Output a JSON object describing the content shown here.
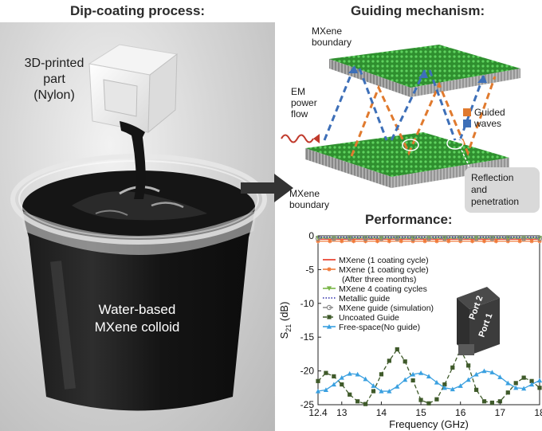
{
  "titles": {
    "dip": "Dip-coating process:",
    "guide": "Guiding mechanism:",
    "perf": "Performance:"
  },
  "photo": {
    "part_label_lines": [
      "3D-printed",
      "part",
      "(Nylon)"
    ],
    "colloid_label_lines": [
      "Water-based",
      "MXene colloid"
    ]
  },
  "mechanism": {
    "top_boundary_lines": [
      "MXene",
      "boundary"
    ],
    "bottom_boundary_lines": [
      "MXene",
      "boundary"
    ],
    "em_lines": [
      "EM",
      "power",
      "flow"
    ],
    "legend": [
      {
        "label_lines": [
          "Guided",
          "waves"
        ],
        "colors": [
          "#e07a2e",
          "#3d6fb8"
        ]
      }
    ],
    "callout_lines": [
      "Reflection",
      "and",
      "penetration"
    ],
    "colors": {
      "orange": "#e07a2e",
      "blue": "#3d6fb8",
      "mxene": "#3aa83a",
      "em": "#c0392b"
    }
  },
  "chart_data": {
    "type": "line",
    "xlabel": "Frequency (GHz)",
    "ylabel": "S",
    "ylabel_sub": "21",
    "ylabel_unit": " (dB)",
    "xlim": [
      12.4,
      18
    ],
    "ylim": [
      -25,
      0
    ],
    "xticks": [
      12.4,
      13,
      14,
      15,
      16,
      17,
      18
    ],
    "xtick_labels": [
      "12.4",
      "13",
      "14",
      "15",
      "16",
      "17",
      "18"
    ],
    "yticks": [
      0,
      -5,
      -10,
      -15,
      -20,
      -25
    ],
    "ytick_labels": [
      "0",
      "-5",
      "-10",
      "-15",
      "-20",
      "-25"
    ],
    "device_labels": [
      "Port 2",
      "Port 1"
    ],
    "series": [
      {
        "name": "MXene (1 coating cycle)",
        "color": "#e8321e",
        "marker": "none",
        "dash": "solid",
        "x": [
          12.4,
          13,
          14,
          15,
          16,
          17,
          18
        ],
        "y": [
          -0.5,
          -0.5,
          -0.5,
          -0.5,
          -0.5,
          -0.5,
          -0.5
        ]
      },
      {
        "name": "MXene (1 coating cycle)",
        "name2": "(After three months)",
        "color": "#f07a3a",
        "marker": "star",
        "dash": "solid",
        "x": [
          12.4,
          12.7,
          13,
          13.3,
          13.6,
          13.9,
          14.2,
          14.5,
          14.8,
          15.1,
          15.4,
          15.7,
          16,
          16.3,
          16.6,
          16.9,
          17.2,
          17.5,
          17.8,
          18
        ],
        "y": [
          -0.8,
          -0.8,
          -0.8,
          -0.8,
          -0.8,
          -0.8,
          -0.8,
          -0.8,
          -0.8,
          -0.8,
          -0.8,
          -0.8,
          -0.8,
          -0.8,
          -0.8,
          -0.8,
          -0.8,
          -0.8,
          -0.8,
          -0.8
        ]
      },
      {
        "name": "MXene 4 coating cycles",
        "color": "#7ab648",
        "marker": "triangle-down",
        "dash": "solid",
        "x": [
          12.4,
          12.8,
          13.2,
          13.6,
          14,
          14.4,
          14.8,
          15.2,
          15.6,
          16,
          16.4,
          16.8,
          17.2,
          17.6,
          18
        ],
        "y": [
          -0.3,
          -0.3,
          -0.3,
          -0.3,
          -0.3,
          -0.3,
          -0.3,
          -0.3,
          -0.3,
          -0.3,
          -0.3,
          -0.3,
          -0.3,
          -0.3,
          -0.3
        ]
      },
      {
        "name": "Metallic guide",
        "color": "#2a2aa8",
        "marker": "none",
        "dash": "dot",
        "x": [
          12.4,
          13,
          14,
          15,
          16,
          17,
          18
        ],
        "y": [
          -0.2,
          -0.2,
          -0.2,
          -0.2,
          -0.2,
          -0.2,
          -0.2
        ]
      },
      {
        "name": "MXene guide (simulation)",
        "color": "#8a8a8a",
        "marker": "circle",
        "dash": "dash",
        "x": [
          12.4,
          12.8,
          13.2,
          13.6,
          14,
          14.4,
          14.8,
          15.2,
          15.6,
          16,
          16.4,
          16.8,
          17.2,
          17.6,
          18
        ],
        "y": [
          -0.4,
          -0.4,
          -0.4,
          -0.4,
          -0.4,
          -0.4,
          -0.4,
          -0.4,
          -0.4,
          -0.4,
          -0.4,
          -0.4,
          -0.4,
          -0.4,
          -0.4
        ]
      },
      {
        "name": "Uncoated Guide",
        "color": "#3f5a2a",
        "marker": "square",
        "dash": "dash",
        "x": [
          12.4,
          12.6,
          12.8,
          13.0,
          13.2,
          13.4,
          13.6,
          13.8,
          14.0,
          14.2,
          14.4,
          14.6,
          14.8,
          15.0,
          15.2,
          15.4,
          15.6,
          15.8,
          16.0,
          16.2,
          16.4,
          16.6,
          16.8,
          17.0,
          17.2,
          17.4,
          17.6,
          17.8,
          18.0
        ],
        "y": [
          -21.5,
          -20.3,
          -20.8,
          -22.0,
          -23.5,
          -24.5,
          -24.9,
          -23.0,
          -20.5,
          -18.5,
          -16.8,
          -18.6,
          -21.4,
          -24.3,
          -24.8,
          -24.2,
          -22.0,
          -19.5,
          -16.8,
          -19.2,
          -22.8,
          -24.5,
          -24.7,
          -24.5,
          -23.2,
          -21.8,
          -21.0,
          -21.5,
          -22.5
        ]
      },
      {
        "name": "Free-space(No guide)",
        "color": "#3aa0e0",
        "marker": "triangle-up",
        "dash": "solid",
        "x": [
          12.4,
          12.6,
          12.8,
          13.0,
          13.2,
          13.4,
          13.6,
          13.8,
          14.0,
          14.2,
          14.4,
          14.6,
          14.8,
          15.0,
          15.2,
          15.4,
          15.6,
          15.8,
          16.0,
          16.2,
          16.4,
          16.6,
          16.8,
          17.0,
          17.2,
          17.4,
          17.6,
          17.8,
          18.0
        ],
        "y": [
          -23.0,
          -22.8,
          -22.0,
          -21.0,
          -20.4,
          -20.5,
          -21.2,
          -22.2,
          -23.0,
          -23.0,
          -22.3,
          -21.3,
          -20.5,
          -20.3,
          -20.8,
          -21.7,
          -22.5,
          -22.7,
          -22.2,
          -21.3,
          -20.5,
          -20.0,
          -20.2,
          -20.9,
          -21.8,
          -22.5,
          -22.6,
          -22.0,
          -21.4
        ]
      }
    ]
  }
}
